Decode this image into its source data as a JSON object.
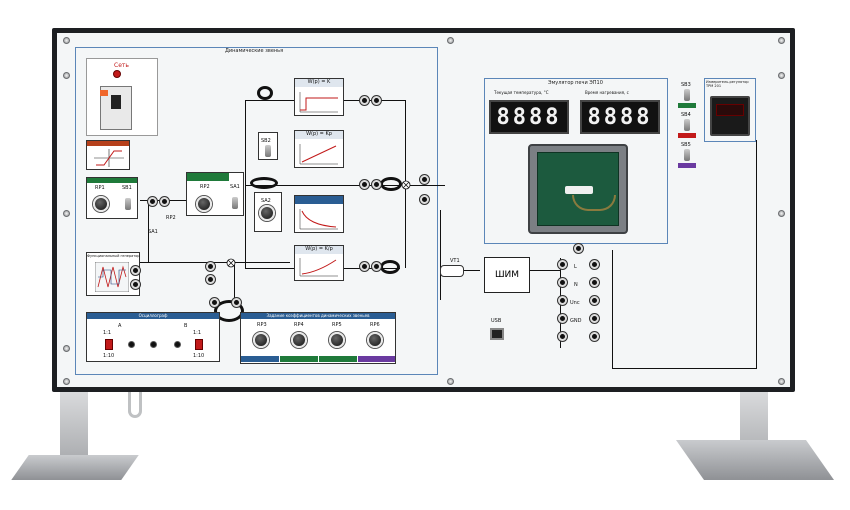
{
  "panel": {
    "dynamic_title": "Динамические звенья",
    "emulator_title": "Эмулятор печи ЭП10",
    "stand_title": "Задание коэффициентов динамических звеньев",
    "osc_title": "Осциллограф",
    "func_gen_label": "Функциональный генератор"
  },
  "network": {
    "title": "Сеть"
  },
  "controls": {
    "rp1": "RP1",
    "sb1": "SB1",
    "rp2": "RP2",
    "sa1": "SA1",
    "sb2": "SB2",
    "sa2": "SA2",
    "rp2_label": "RP2",
    "sa1_label": "SA1",
    "vt1": "VT1",
    "shim": "ШИМ",
    "usb": "USB",
    "rp3": "RP3",
    "rp4": "RP4",
    "rp5": "RP5",
    "rp6": "RP6",
    "a": "A",
    "b": "B",
    "ratio1": "1:1",
    "ratio10": "1:10"
  },
  "tf": {
    "k": "W(p) = K",
    "kp": "W(p) = Kp",
    "ki": "W(p) = K/p"
  },
  "emulator": {
    "temp_label": "Текущая температура, °С",
    "time_label": "Время нагревания, с",
    "display1": "8888",
    "display2": "8888"
  },
  "right": {
    "sb3": "SB3",
    "sb4": "SB4",
    "sb5": "SB5",
    "meter_title": "Измеритель-регулятор ТРМ 201",
    "l": "L",
    "n": "N",
    "unc": "Unc",
    "gnd": "GND"
  },
  "colors": {
    "frame": "#5b86b8",
    "blue_bar": "#2a5d93",
    "sb3_color": "#1f7a3a",
    "sb4_color": "#c21a1a",
    "sb5_color": "#6a3aa0"
  }
}
